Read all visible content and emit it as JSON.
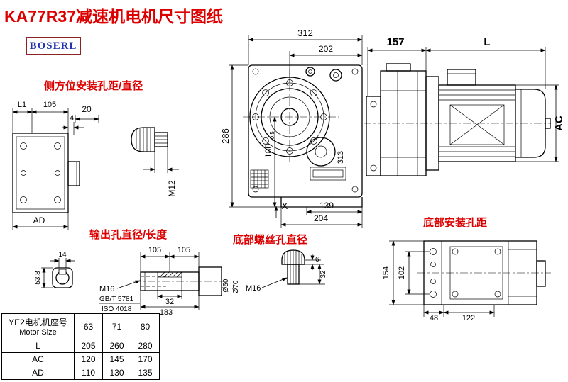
{
  "title": "KA77R37减速机电机尺寸图纸",
  "logo": "BOSERL",
  "labels": {
    "side_mount": "侧方位安装孔距/直径",
    "output_hole": "输出孔直径/长度",
    "bottom_screw": "底部螺丝孔直径",
    "bottom_mount": "底部安装孔距"
  },
  "front_view": {
    "d312": "312",
    "d202": "202",
    "d286": "286",
    "d180": "180",
    "d180_tol": "-0.5",
    "d313": "313",
    "d139": "139",
    "d204": "204",
    "x_mark": "X"
  },
  "side_view": {
    "d157": "157",
    "dL": "L",
    "dAC": "AC"
  },
  "left_view": {
    "dL1": "L1",
    "d105": "105",
    "d4": "4",
    "dAD": "AD"
  },
  "side_bolt": {
    "d20": "20",
    "thread": "M12"
  },
  "output_shaft": {
    "d105a": "105",
    "d105b": "105",
    "d32": "32",
    "d183": "183",
    "thread": "M16",
    "std1": "GB/T 5781",
    "std2": "ISO 4018",
    "d50": "Ø50",
    "d70": "Ø70",
    "d14": "14",
    "d53_8": "53.8"
  },
  "bottom_bolt": {
    "d6": "6",
    "d32": "32",
    "thread": "M16"
  },
  "bottom_view": {
    "d154": "154",
    "d102": "102",
    "d48": "48",
    "d122": "122"
  },
  "table": {
    "header_cn": "YE2电机机座号",
    "header_en": "Motor Size",
    "sizes": [
      "63",
      "71",
      "80"
    ],
    "rows": [
      {
        "label": "L",
        "values": [
          "205",
          "260",
          "280"
        ]
      },
      {
        "label": "AC",
        "values": [
          "120",
          "145",
          "170"
        ]
      },
      {
        "label": "AD",
        "values": [
          "110",
          "130",
          "135"
        ]
      }
    ]
  },
  "colors": {
    "accent_red": "#dd0000",
    "logo_blue": "#2233b0",
    "logo_border": "#8a2424",
    "line": "#000000"
  }
}
